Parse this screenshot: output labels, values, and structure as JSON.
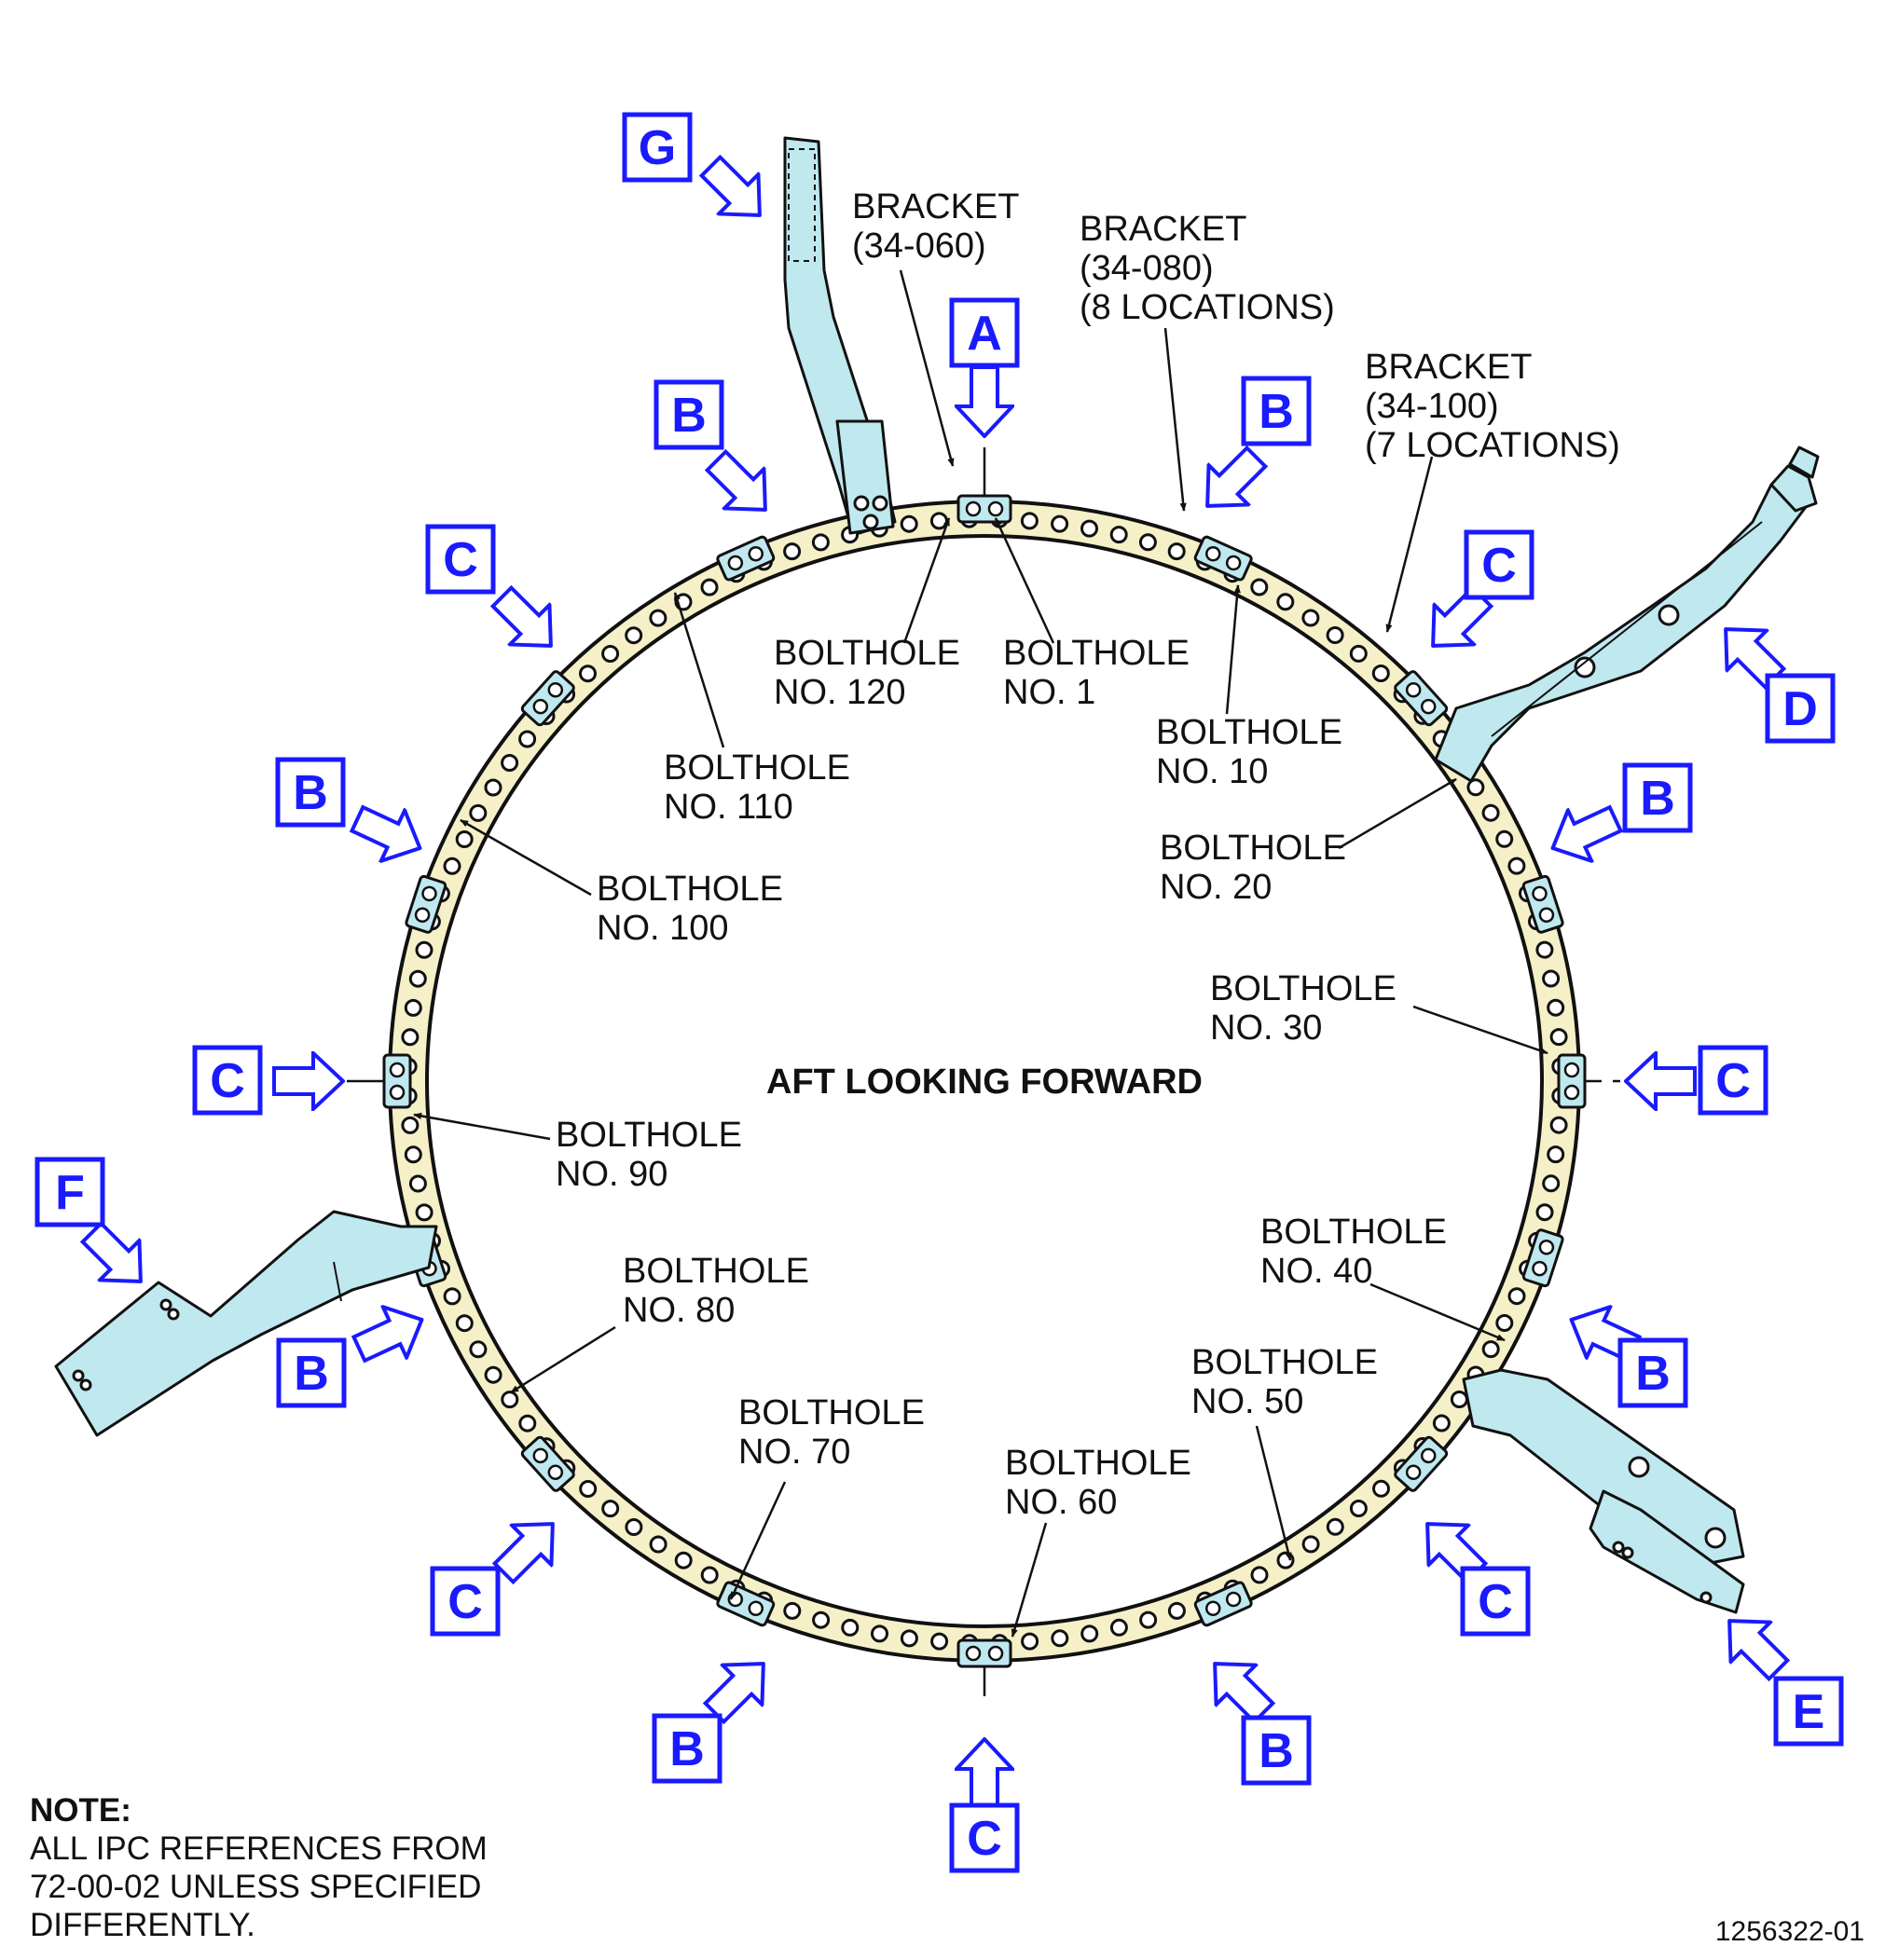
{
  "title": "AFT LOOKING FORWARD",
  "colors": {
    "callout_blue": "#1a1aff",
    "ring_fill": "#f6f0c8",
    "bracket_fill": "#bfe8ef",
    "line": "#111111"
  },
  "view_labels": {
    "A": "A",
    "B": "B",
    "C": "C",
    "D": "D",
    "E": "E",
    "F": "F",
    "G": "G"
  },
  "bracket_labels": {
    "b060": [
      "BRACKET",
      "(34-060)"
    ],
    "b080": [
      "BRACKET",
      "(34-080)",
      "(8 LOCATIONS)"
    ],
    "b100": [
      "BRACKET",
      "(34-100)",
      "(7 LOCATIONS)"
    ]
  },
  "boltholes": {
    "bh120": [
      "BOLTHOLE",
      "NO. 120"
    ],
    "bh1": [
      "BOLTHOLE",
      "NO. 1"
    ],
    "bh110": [
      "BOLTHOLE",
      "NO. 110"
    ],
    "bh10": [
      "BOLTHOLE",
      "NO. 10"
    ],
    "bh20": [
      "BOLTHOLE",
      "NO. 20"
    ],
    "bh100": [
      "BOLTHOLE",
      "NO. 100"
    ],
    "bh30": [
      "BOLTHOLE",
      "NO. 30"
    ],
    "bh90": [
      "BOLTHOLE",
      "NO. 90"
    ],
    "bh40": [
      "BOLTHOLE",
      "NO. 40"
    ],
    "bh80": [
      "BOLTHOLE",
      "NO. 80"
    ],
    "bh50": [
      "BOLTHOLE",
      "NO. 50"
    ],
    "bh70": [
      "BOLTHOLE",
      "NO. 70"
    ],
    "bh60": [
      "BOLTHOLE",
      "NO. 60"
    ]
  },
  "note": {
    "heading": "NOTE:",
    "lines": [
      "ALL IPC REFERENCES FROM",
      "72-00-02 UNLESS SPECIFIED",
      "DIFFERENTLY."
    ]
  },
  "figure_id": "1256322-01"
}
